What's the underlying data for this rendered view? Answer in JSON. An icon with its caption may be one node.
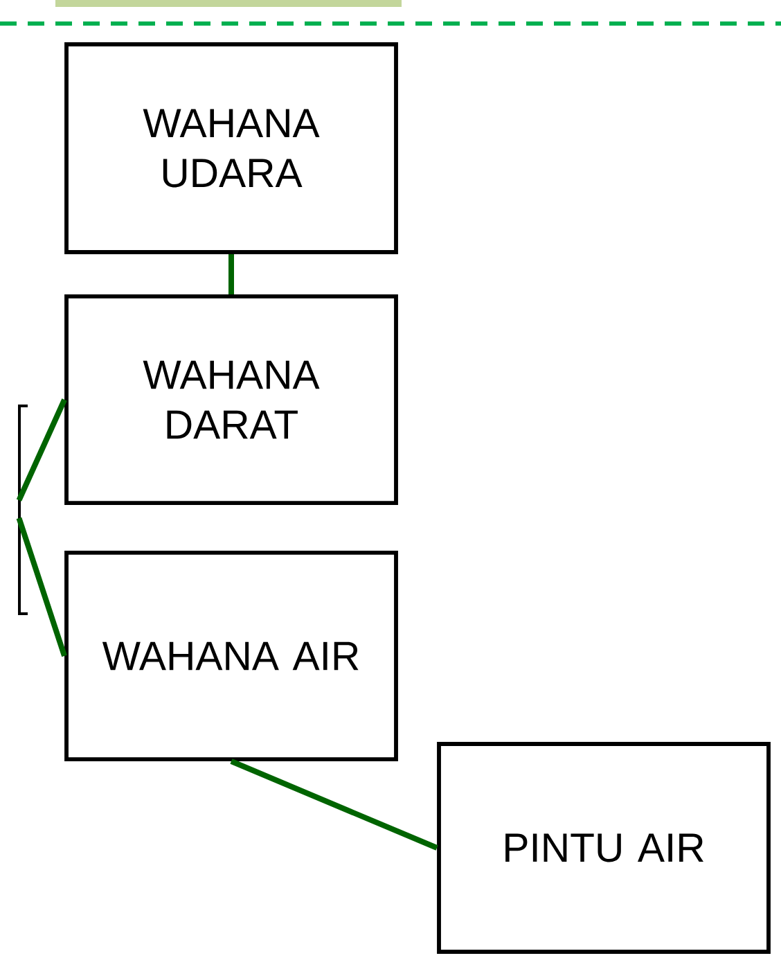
{
  "diagram": {
    "nodes": [
      {
        "text": [],
        "shape": "bar"
      },
      {
        "text": [
          "WAHANA UDARA"
        ]
      },
      {
        "text": [
          "WAHANA DARAT"
        ]
      },
      {
        "text": [
          "WAHANA AIR"
        ]
      },
      {
        "text": [
          "PINTU AIR"
        ]
      },
      {
        "text": [],
        "shape": "bar"
      }
    ],
    "edges": [
      {
        "from": 1,
        "to": 2,
        "arrow": "none"
      },
      {
        "from": 5,
        "to": 2,
        "arrow": "none"
      },
      {
        "from": 5,
        "to": 3,
        "arrow": "none"
      },
      {
        "from": 3,
        "to": 4,
        "arrow": "none"
      }
    ]
  }
}
